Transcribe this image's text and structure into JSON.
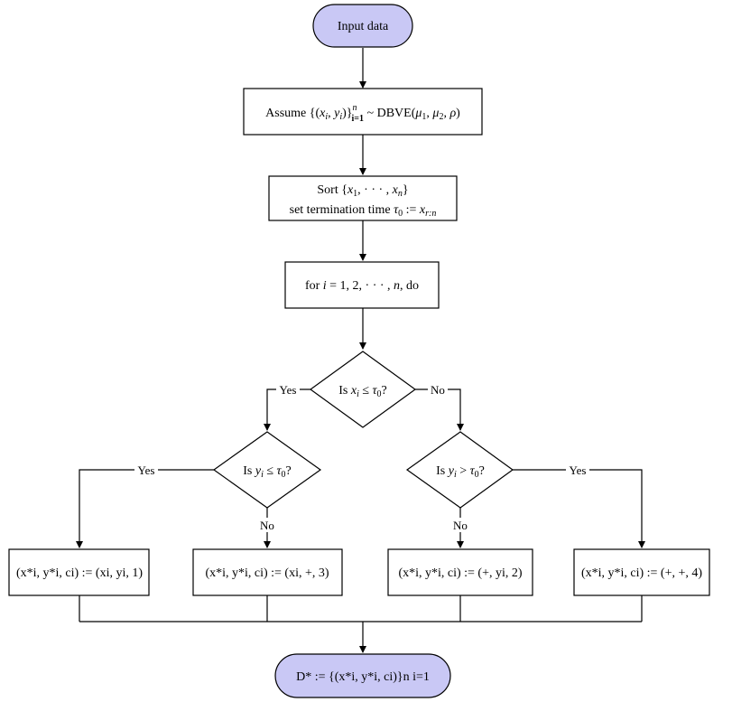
{
  "nodes": {
    "start": "Input data",
    "assume": {
      "a": "Assume {(",
      "b": "x",
      "c": "i",
      "d": ", ",
      "e": "y",
      "f": "i",
      "g": ")}",
      "sup": "n",
      "sub": "i=1",
      "h": " ~ DBVE(",
      "i": "μ",
      "j": "1",
      "k": ", ",
      "l": "μ",
      "m": "2",
      "n": ", ",
      "o": "ρ",
      "p": ")"
    },
    "sort_line1": {
      "a": "Sort {",
      "b": "x",
      "c": "1",
      "d": ", · · · , ",
      "e": "x",
      "f": "n",
      "g": "}"
    },
    "sort_line2": {
      "a": "set termination time ",
      "b": "τ",
      "c": "0",
      "d": " := ",
      "e": "x",
      "f": "r:n"
    },
    "loop": {
      "a": "for ",
      "b": "i",
      "c": " = 1, 2, · · · , ",
      "d": "n",
      "e": ", do"
    },
    "d1": {
      "a": "Is ",
      "b": "x",
      "c": "i",
      "d": " ≤ ",
      "e": "τ",
      "f": "0",
      "g": "?"
    },
    "d2": {
      "a": "Is ",
      "b": "y",
      "c": "i",
      "d": " ≤ ",
      "e": "τ",
      "f": "0",
      "g": "?"
    },
    "d3": {
      "a": "Is ",
      "b": "y",
      "c": "i",
      "d": " > ",
      "e": "τ",
      "f": "0",
      "g": "?"
    },
    "out1": "(x*i, y*i, ci) := (xi, yi, 1)",
    "out2": "(x*i, y*i, ci) := (xi, +, 3)",
    "out3": "(x*i, y*i, ci) := (+, yi, 2)",
    "out4": "(x*i, y*i, ci) := (+, +, 4)",
    "end": "D* := {(x*i, y*i, ci)}n i=1"
  },
  "edge_labels": {
    "yes": "Yes",
    "no": "No"
  },
  "colors": {
    "terminal_fill": "#c9c8f5",
    "stroke": "#000000"
  }
}
